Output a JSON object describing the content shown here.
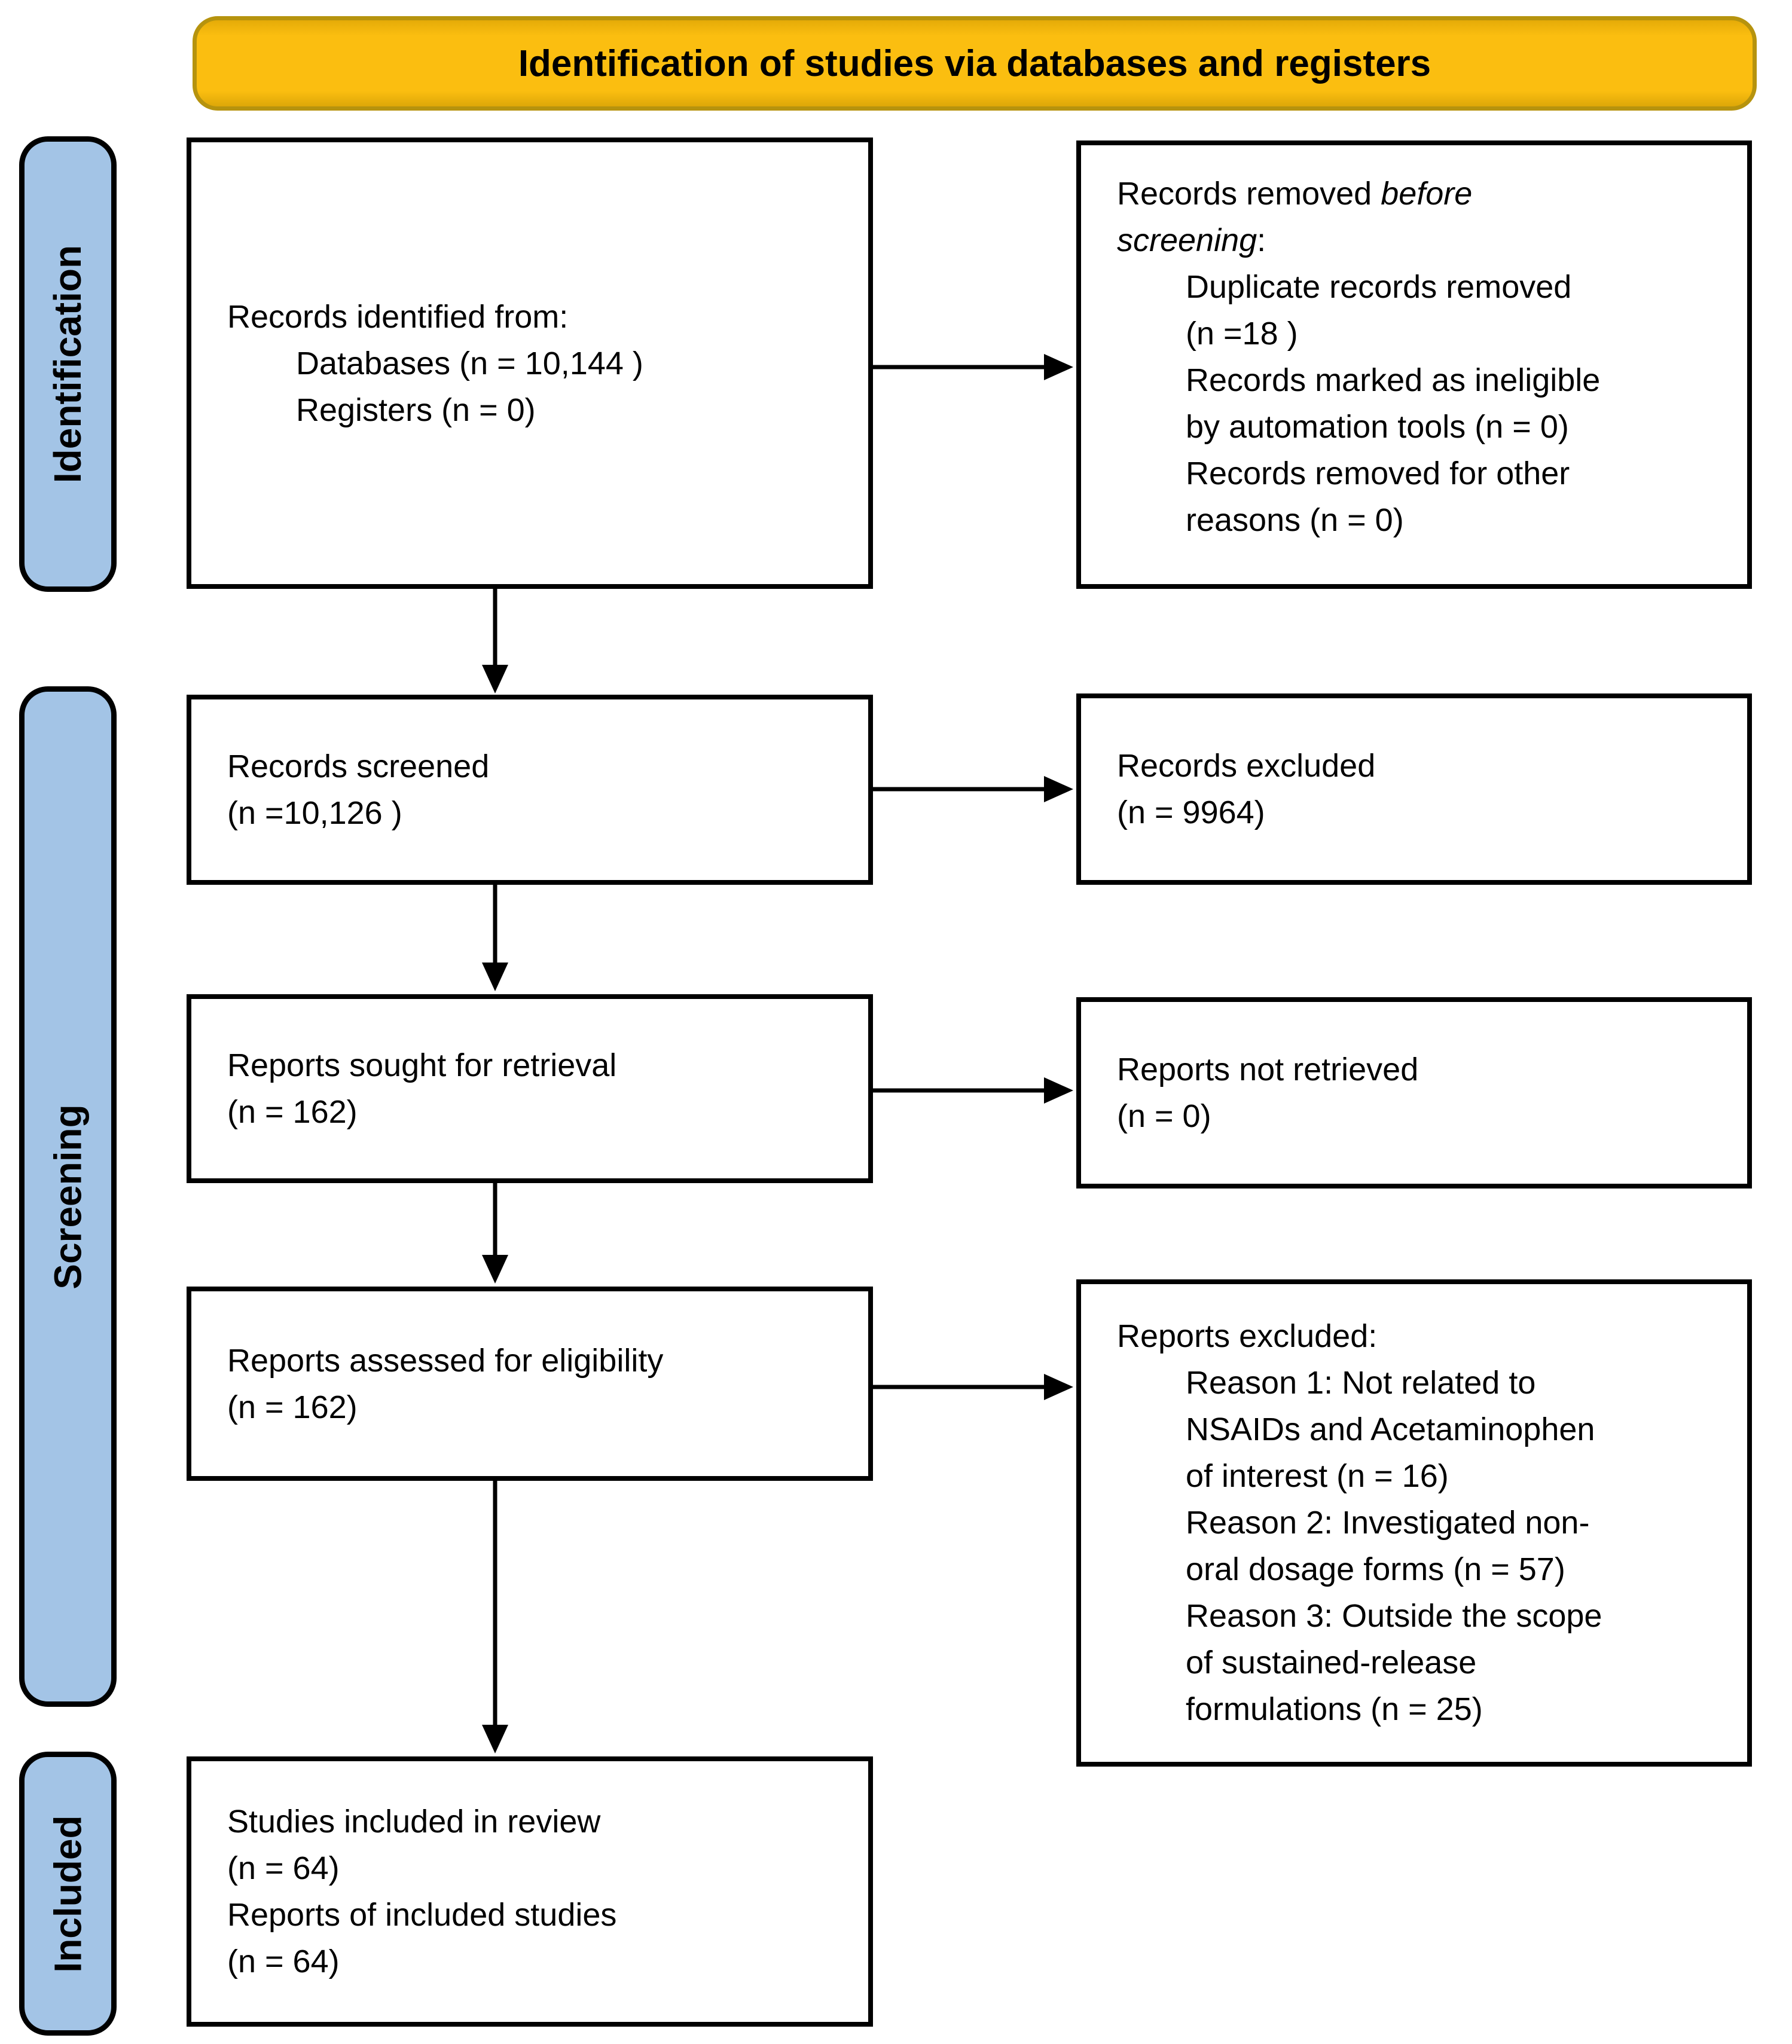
{
  "banner": {
    "title": "Identification of studies via databases and registers"
  },
  "sidebar": {
    "stages": [
      "Identification",
      "Screening",
      "Included"
    ]
  },
  "boxes": {
    "records_identified": {
      "lines": [
        {
          "text": "Records identified from:",
          "indent": false
        },
        {
          "text": "Databases (n = 10,144 )",
          "indent": true
        },
        {
          "text": "Registers (n = 0)",
          "indent": true
        }
      ]
    },
    "records_removed": {
      "heading_prefix": "Records removed ",
      "heading_italic": "before\nscreening",
      "heading_suffix": ":",
      "lines": [
        {
          "text": "Duplicate records removed",
          "indent": true
        },
        {
          "text": "(n =18 )",
          "indent": true
        },
        {
          "text": "Records marked as ineligible",
          "indent": true
        },
        {
          "text": "by automation tools (n = 0)",
          "indent": true
        },
        {
          "text": "Records removed for other",
          "indent": true
        },
        {
          "text": "reasons (n = 0)",
          "indent": true
        }
      ]
    },
    "records_screened": {
      "lines": [
        {
          "text": "Records screened",
          "indent": false
        },
        {
          "text": "(n =10,126 )",
          "indent": false
        }
      ]
    },
    "records_excluded": {
      "lines": [
        {
          "text": "Records excluded",
          "indent": false
        },
        {
          "text": "(n = 9964)",
          "indent": false
        }
      ]
    },
    "reports_sought": {
      "lines": [
        {
          "text": "Reports sought for retrieval",
          "indent": false
        },
        {
          "text": "(n = 162)",
          "indent": false
        }
      ]
    },
    "reports_not_retrieved": {
      "lines": [
        {
          "text": "Reports not retrieved",
          "indent": false
        },
        {
          "text": "(n = 0)",
          "indent": false
        }
      ]
    },
    "reports_assessed": {
      "lines": [
        {
          "text": "Reports assessed for eligibility",
          "indent": false
        },
        {
          "text": "(n = 162)",
          "indent": false
        }
      ]
    },
    "reports_excluded": {
      "lines": [
        {
          "text": "Reports excluded:",
          "indent": false
        },
        {
          "text": "Reason 1: Not related to",
          "indent": true
        },
        {
          "text": "NSAIDs and Acetaminophen",
          "indent": true
        },
        {
          "text": "of interest (n = 16)",
          "indent": true
        },
        {
          "text": "Reason 2:  Investigated non-",
          "indent": true
        },
        {
          "text": "oral dosage forms (n = 57)",
          "indent": true
        },
        {
          "text": "Reason 3: Outside the scope",
          "indent": true
        },
        {
          "text": "of sustained-release",
          "indent": true
        },
        {
          "text": "formulations (n = 25)",
          "indent": true
        }
      ]
    },
    "studies_included": {
      "lines": [
        {
          "text": "Studies included in review",
          "indent": false
        },
        {
          "text": "(n = 64)",
          "indent": false
        },
        {
          "text": "Reports of included studies",
          "indent": false
        },
        {
          "text": "(n = 64)",
          "indent": false
        }
      ]
    }
  },
  "colors": {
    "banner_bg": "#FBBE10",
    "banner_border": "#B6930E",
    "stage_bg": "#A3C4E6",
    "box_border": "#000000",
    "arrow": "#000000"
  }
}
